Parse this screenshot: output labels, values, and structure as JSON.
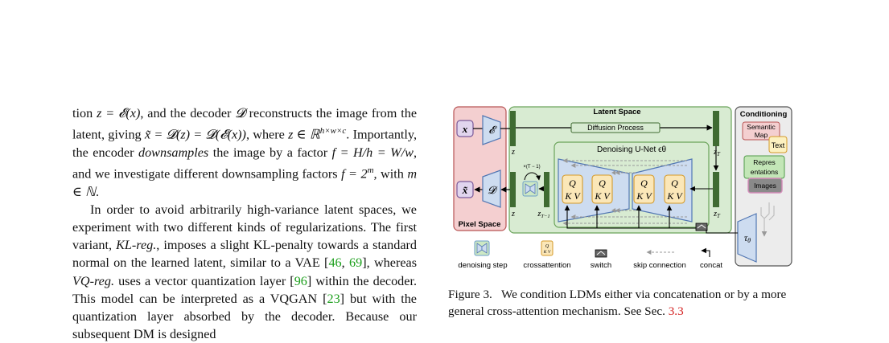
{
  "body_text": {
    "p1": {
      "s1": "tion ",
      "m1": "z = 𝓔(x)",
      "s2": ", and the decoder ",
      "m2": "𝓓",
      "s3": " reconstructs the image from the latent, giving ",
      "m3": "x̃ = 𝓓(z) = 𝓓(𝓔(x))",
      "s4": ", where ",
      "m4": "z ∈ ℝ",
      "m4sup": "h×w×c",
      "s5": ". Importantly, the encoder ",
      "e1": "downsamples",
      "s6": " the image by a factor ",
      "m5": "f = H/h = W/w",
      "s7": ", and we investigate different downsampling factors ",
      "m6": "f = 2",
      "m6sup": "m",
      "s8": ", with ",
      "m7": "m ∈ ℕ",
      "s9": "."
    },
    "p2": {
      "s1": "In order to avoid arbitrarily high-variance latent spaces, we experiment with two different kinds of regularizations. The first variant, ",
      "e1": "KL-reg.",
      "s2": ", imposes a slight KL-penalty towards a standard normal on the learned latent, similar to a VAE [",
      "r1": "46",
      "c1": ", ",
      "r2": "69",
      "s3": "], whereas ",
      "e2": "VQ-reg.",
      "s4": " uses a vector quantization layer [",
      "r3": "96",
      "s5": "] within the decoder. This model can be interpreted as a VQGAN [",
      "r4": "23",
      "s6": "] but with the quantization layer absorbed by the decoder. Because our subsequent DM is designed"
    }
  },
  "figure": {
    "pixel_space": "Pixel Space",
    "latent_space": "Latent Space",
    "conditioning": "Conditioning",
    "diffusion_process": "Diffusion Process",
    "unet_label": "Denoising U-Net ϵθ",
    "x": "x",
    "x_tilde": "x̃",
    "encoder": "𝓔",
    "decoder": "𝓓",
    "z": "z",
    "z_T": "z",
    "z_T_sub": "T",
    "z_T1": "z",
    "z_T1_sub": "T−1",
    "repeat": "×(T − 1)",
    "q": "Q",
    "kv": "K V",
    "tau": "τ",
    "tau_sub": "θ",
    "cond_items": {
      "semantic_map_1": "Semantic",
      "semantic_map_2": "Map",
      "text": "Text",
      "repres_1": "Repres",
      "repres_2": "entations",
      "images": "Images"
    },
    "legend": {
      "denoising_step": "denoising step",
      "crossattention": "crossattention",
      "switch": "switch",
      "skip_connection": "skip connection",
      "concat": "concat"
    }
  },
  "caption": {
    "prefix": "Figure 3.",
    "text": "We condition LDMs either via concatenation or by a more general cross-attention mechanism. See Sec. ",
    "ref": "3.3"
  }
}
